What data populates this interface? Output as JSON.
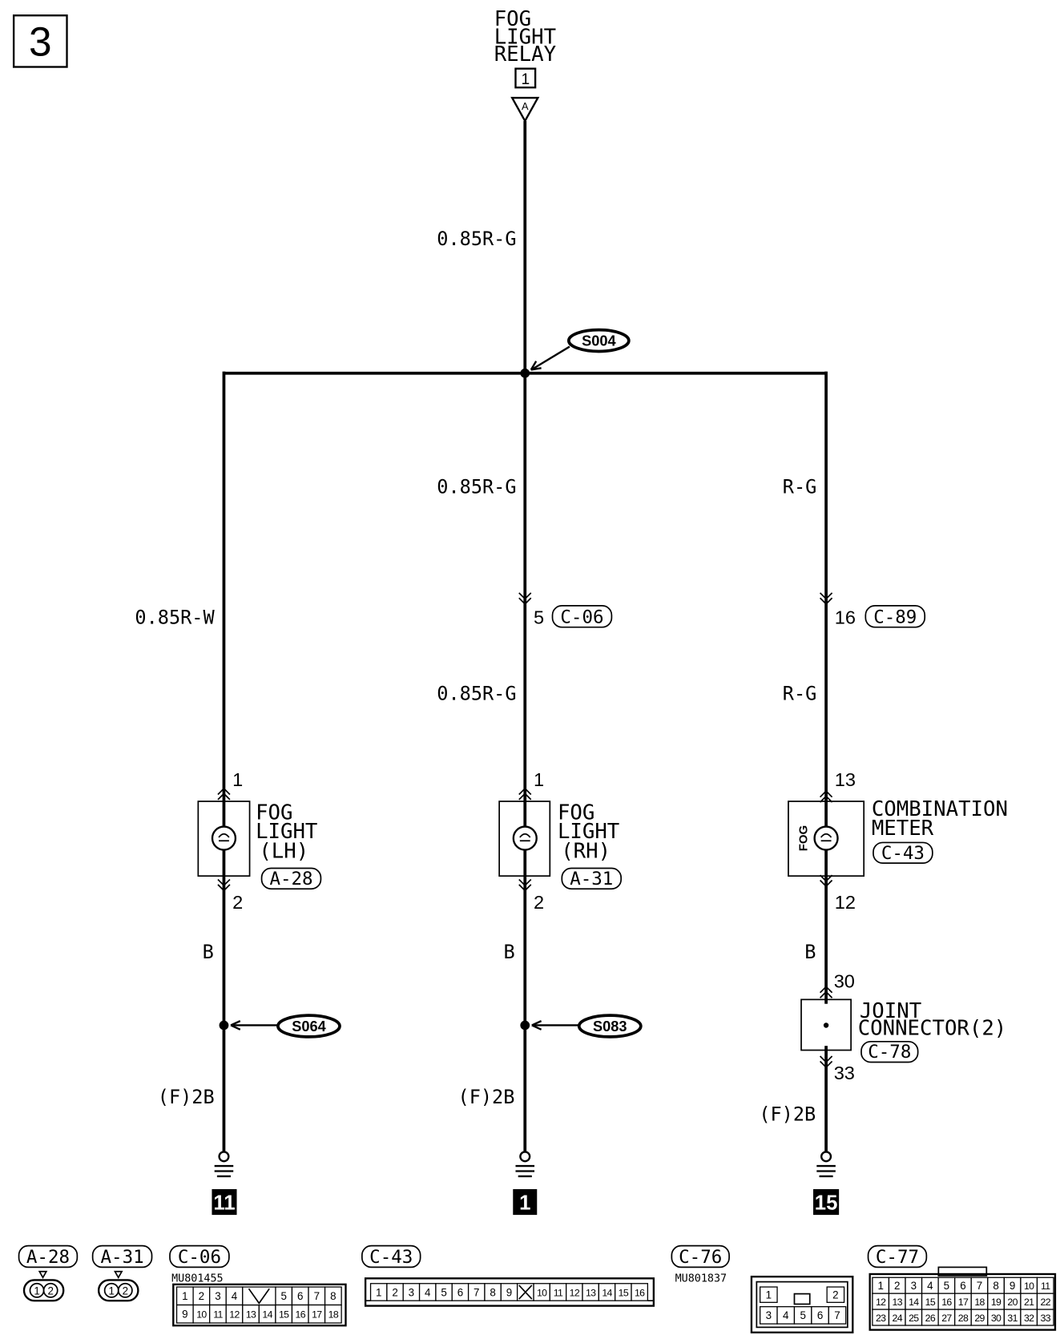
{
  "page_number": "3",
  "relay": {
    "name_lines": [
      "FOG",
      "LIGHT",
      "RELAY"
    ],
    "ref_box": "1",
    "connector": "A"
  },
  "trunk": {
    "wire": "0.85R-G",
    "splice": "S004"
  },
  "left_branch": {
    "wire": "0.85R-W",
    "pin_in": "1",
    "component_lines": [
      "FOG",
      "LIGHT",
      "(LH)"
    ],
    "component_connector": "A-28",
    "pin_out": "2",
    "ground_side_wire": "B",
    "splice": "S064",
    "ground_wire": "(F)2B",
    "ground_point": "11"
  },
  "center_branch": {
    "wire_upper": "0.85R-G",
    "inline_pin": "5",
    "inline_connector": "C-06",
    "wire_lower": "0.85R-G",
    "pin_in": "1",
    "component_lines": [
      "FOG",
      "LIGHT",
      "(RH)"
    ],
    "component_connector": "A-31",
    "pin_out": "2",
    "ground_side_wire": "B",
    "splice": "S083",
    "ground_wire": "(F)2B",
    "ground_point": "1"
  },
  "right_branch": {
    "wire_upper": "R-G",
    "inline_pin": "16",
    "inline_connector": "C-89",
    "wire_lower": "R-G",
    "pin_in": "13",
    "component_lines": [
      "COMBINATION",
      "METER"
    ],
    "component_connector": "C-43",
    "indicator": "FOG",
    "pin_out": "12",
    "ground_side_wire": "B",
    "joint": {
      "pin_in": "30",
      "name_lines": [
        "JOINT",
        "CONNECTOR(2)"
      ],
      "connector": "C-78",
      "pin_out": "33"
    },
    "ground_wire": "(F)2B",
    "ground_point": "15"
  },
  "connector_views": {
    "a28": {
      "label": "A-28",
      "pins": [
        "1",
        "2"
      ]
    },
    "a31": {
      "label": "A-31",
      "pins": [
        "1",
        "2"
      ]
    },
    "c06": {
      "label": "C-06",
      "part_no": "MU801455",
      "rows": [
        [
          "1",
          "2",
          "3",
          "4",
          "5",
          "6",
          "7",
          "8"
        ],
        [
          "9",
          "10",
          "11",
          "12",
          "13",
          "14",
          "15",
          "16",
          "17",
          "18"
        ]
      ]
    },
    "c43": {
      "label": "C-43",
      "pins": [
        "1",
        "2",
        "3",
        "4",
        "5",
        "6",
        "7",
        "8",
        "9",
        "10",
        "11",
        "12",
        "13",
        "14",
        "15",
        "16"
      ]
    },
    "c76": {
      "label": "C-76",
      "part_no": "MU801837",
      "rows": [
        [
          "1",
          "2"
        ],
        [
          "3",
          "4",
          "5",
          "6",
          "7"
        ]
      ]
    },
    "c77": {
      "label": "C-77",
      "rows": [
        [
          "1",
          "2",
          "3",
          "4",
          "5",
          "6",
          "7",
          "8",
          "9",
          "10",
          "11"
        ],
        [
          "12",
          "13",
          "14",
          "15",
          "16",
          "17",
          "18",
          "19",
          "20",
          "21",
          "22"
        ],
        [
          "23",
          "24",
          "25",
          "26",
          "27",
          "28",
          "29",
          "30",
          "31",
          "32",
          "33"
        ]
      ]
    }
  }
}
